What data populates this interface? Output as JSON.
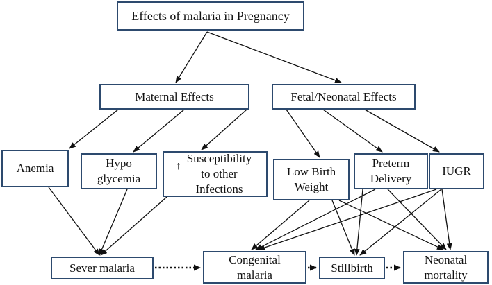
{
  "title": "Effects of  malaria in Pregnancy",
  "nodes": {
    "maternal": "Maternal  Effects",
    "fetal": "Fetal/Neonatal Effects",
    "anemia": "Anemia",
    "hypoglycemia": "Hypo\nglycemia",
    "susceptibility": "Susceptibility\nto other\nInfections",
    "susceptibility_symbol": "↑",
    "low_birth_weight": "Low Birth\nWeight",
    "preterm": "Preterm\nDelivery",
    "iugr": "IUGR",
    "severe_malaria": "Sever malaria",
    "congenital": "Congenital\nmalaria",
    "stillbirth": "Stillbirth",
    "neonatal": "Neonatal\nmortality"
  },
  "colors": {
    "border": "#2d4a6e",
    "line": "#111111"
  }
}
